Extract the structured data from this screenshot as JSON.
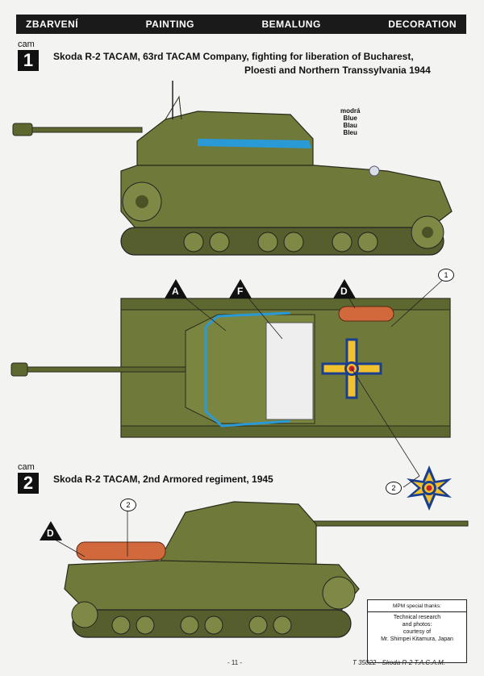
{
  "header": {
    "cz": "ZBARVENÍ",
    "en": "PAINTING",
    "de": "BEMALUNG",
    "fr": "DECORATION"
  },
  "cam1": {
    "label": "cam",
    "number": "1",
    "title_line1": "Skoda R-2 TACAM, 63rd TACAM Company, fighting for liberation of Bucharest,",
    "title_line2": "Ploesti and Northern Transsylvania 1944"
  },
  "color_callout": {
    "cz": "modrá",
    "en": "Blue",
    "de": "Blau",
    "fr": "Bleu"
  },
  "markers": {
    "a": "A",
    "f": "F",
    "d1": "D",
    "d2": "D",
    "c1": "1",
    "c2": "2",
    "c3": "2"
  },
  "cam2": {
    "label": "cam",
    "number": "2",
    "title": "Skoda R-2 TACAM, 2nd Armored regiment, 1945"
  },
  "thanks": {
    "line1": "MPM special thanks:",
    "line2": "Technical research",
    "line3": "and photos:",
    "line4": "courtesy of",
    "line5": "Mr. Shimpei Kitamura, Japan"
  },
  "footer": {
    "page": "- 11 -",
    "code": "T 35022 - Skoda R-2 T.A.C.A.M."
  },
  "colors": {
    "olive": "#6f7a3a",
    "blue": "#2a9ad6",
    "orange": "#d2693c",
    "yellow": "#f2c12e",
    "red": "#c8202a"
  }
}
